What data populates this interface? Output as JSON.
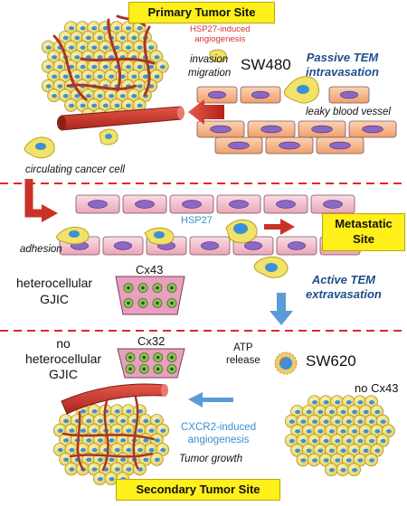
{
  "labels": {
    "primary_site": "Primary Tumor Site",
    "hsp27_angiogenesis_1": "HSP27-induced",
    "hsp27_angiogenesis_2": "angiogenesis",
    "invasion": "invasion",
    "migration": "migration",
    "sw480": "SW480",
    "passive_tem_1": "Passive TEM",
    "passive_tem_2": "intravasation",
    "leaky_vessel": "leaky blood vessel",
    "circulating_cell": "circulating cancer cell",
    "adhesion": "adhesion",
    "hsp27": "HSP27",
    "metastatic_1": "Metastatic",
    "metastatic_2": "Site",
    "heterocellular_1": "heterocellular",
    "heterocellular_2": "GJIC",
    "cx43": "Cx43",
    "active_tem_1": "Active TEM",
    "active_tem_2": "extravasation",
    "no_hetero_1": "no",
    "no_hetero_2": "heterocellular",
    "no_hetero_3": "GJIC",
    "cx32": "Cx32",
    "atp_1": "ATP",
    "atp_2": "release",
    "sw620": "SW620",
    "no_cx43": "no Cx43",
    "cxcr2_1": "CXCR2-induced",
    "cxcr2_2": "angiogenesis",
    "tumor_growth": "Tumor growth",
    "secondary_site": "Secondary Tumor Site"
  },
  "colors": {
    "site_box": "#ffef1a",
    "tumor_cell": "#f4e27a",
    "nucleus": "#3d8fd6",
    "vessel_red": "#c8372d",
    "endothelial_pink": "#f3c2cf",
    "endothelial_orange": "#f6b98a",
    "nucleus_purple": "#8c67c4",
    "dashed_red": "#e2262b",
    "arrow_red": "#d23a2c",
    "arrow_blue": "#5a9bd8",
    "text_blue": "#1f4e8c",
    "text_red": "#d3312a",
    "text_lightblue": "#3a8fd0",
    "connexin_box": "#e8a0bf",
    "connexin_channel": "#8fc45a"
  },
  "icons": [
    "tumor-cluster",
    "blood-vessel",
    "endothelial-cell",
    "cancer-cell",
    "connexin-channel",
    "arrow"
  ]
}
